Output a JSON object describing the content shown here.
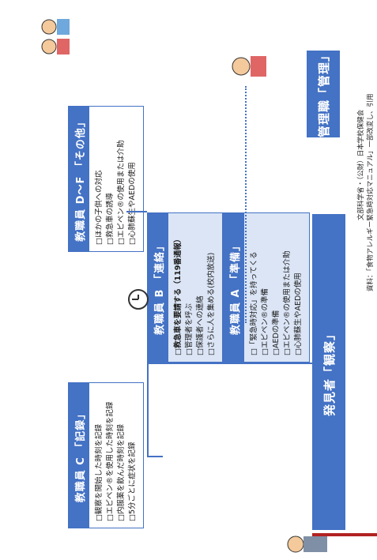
{
  "discoverer": {
    "title": "発見者「観察」"
  },
  "manager": {
    "title": "管理職「管理」"
  },
  "staff_a": {
    "title": "教職員 A 「準備」",
    "items": [
      "□「緊急時対応」を持ってくる",
      "□エピペン®の準備",
      "□AEDの準備",
      "□エピペン®の使用または介助",
      "□心肺蘇生やAEDの使用"
    ]
  },
  "staff_b": {
    "title": "教職員 B 「連絡」",
    "items": [
      "□救急車を要請する（119番通報）",
      "□管理者を呼ぶ",
      "□保護者への連絡",
      "□さらに人を集める(校内放送)"
    ]
  },
  "staff_c": {
    "title": "教職員 C 「記録」",
    "items": [
      "□観察を開始した時刻を記録",
      "□エピペン®を使用した時刻を記録",
      "□内服薬を飲んだ時刻を記録",
      "□5分ごとに症状を記録"
    ]
  },
  "staff_df": {
    "title": "教職員 D～F 「その他」",
    "items": [
      "□ほかの子供への対応",
      "□救急車の誘導",
      "□エピペン®の使用または介助",
      "□心肺蘇生やAEDの使用"
    ]
  },
  "source": {
    "line1": "文部科学省・（公財）日本学校保健会",
    "line2": "資料：「食物アレルギー緊急時対応マニュアル」一部改変し、引用"
  },
  "colors": {
    "accent": "#4472c4",
    "panel": "#dbe5f5",
    "red": "#b22222"
  }
}
